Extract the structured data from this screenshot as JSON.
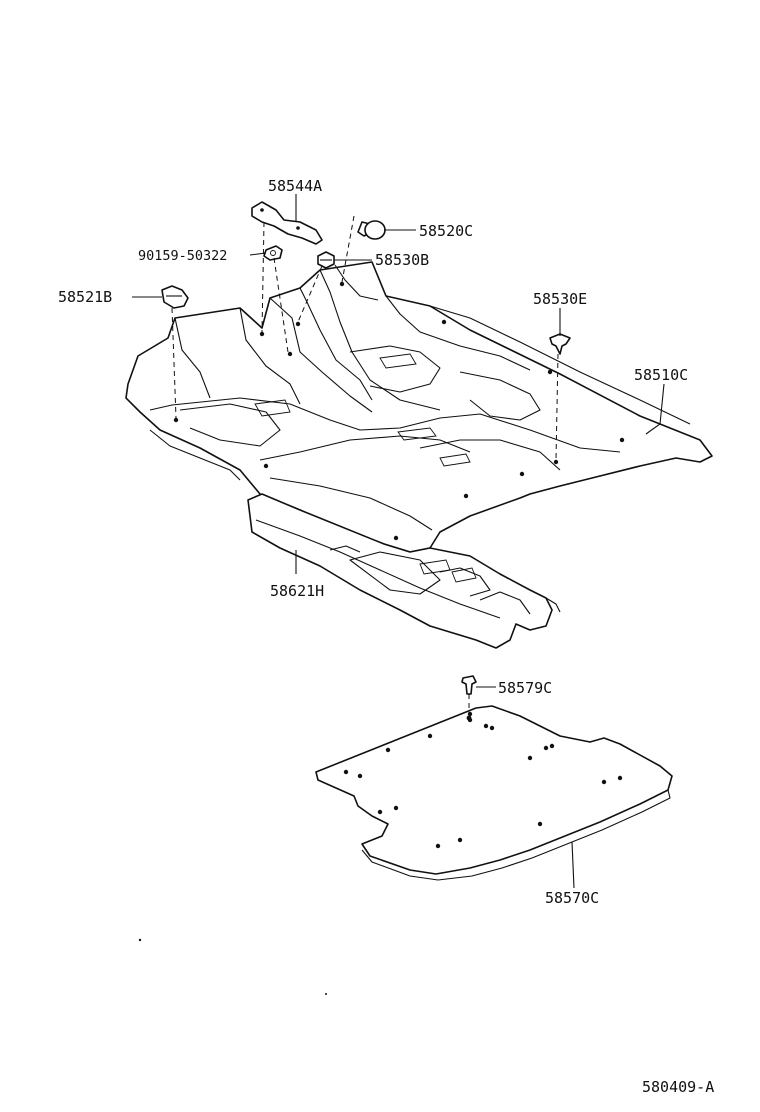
{
  "diagram_id": "580409-A",
  "parts": [
    {
      "id": "p1",
      "number": "58544A"
    },
    {
      "id": "p2",
      "number": "58520C"
    },
    {
      "id": "p3",
      "number": "90159-50322"
    },
    {
      "id": "p4",
      "number": "58530B"
    },
    {
      "id": "p5",
      "number": "58521B"
    },
    {
      "id": "p6",
      "number": "58530E"
    },
    {
      "id": "p7",
      "number": "58510C"
    },
    {
      "id": "p8",
      "number": "58621H"
    },
    {
      "id": "p9",
      "number": "58579C"
    },
    {
      "id": "p10",
      "number": "58570C"
    }
  ],
  "colors": {
    "ink": "#111111",
    "paper": "#ffffff"
  }
}
